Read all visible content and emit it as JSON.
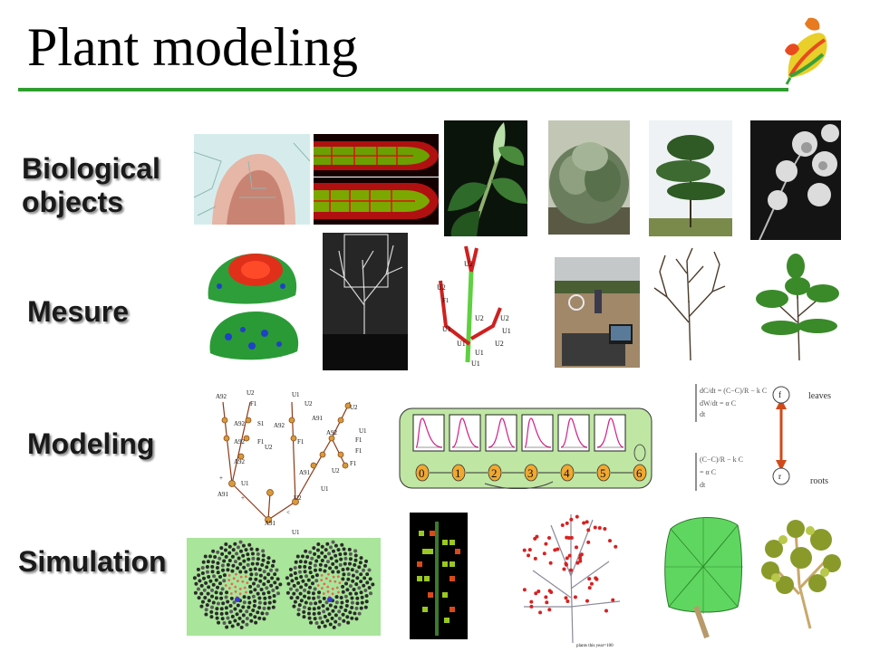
{
  "title": "Plant modeling",
  "rows": {
    "biological": "Biological objects",
    "mesure": "Mesure",
    "modeling": "Modeling",
    "simulation": "Simulation"
  },
  "mtg_labels": {
    "u2": "U2",
    "u1": "U1",
    "f1": "F1"
  },
  "tree_graph_labels": {
    "a91": "A91",
    "a92": "A92",
    "u1": "U1",
    "u2": "U2",
    "f1": "F1",
    "s1": "S1",
    "plus": "+",
    "lt": "<"
  },
  "chain_states": [
    "0",
    "1",
    "2",
    "3",
    "4",
    "5",
    "6"
  ],
  "equations": {
    "node_f": "f",
    "node_r": "r",
    "leaves": "leaves",
    "roots": "roots"
  },
  "caption": "plants this year=100",
  "colors": {
    "accent": "#2f9e2f",
    "chain_box": "#bfe6a3"
  }
}
